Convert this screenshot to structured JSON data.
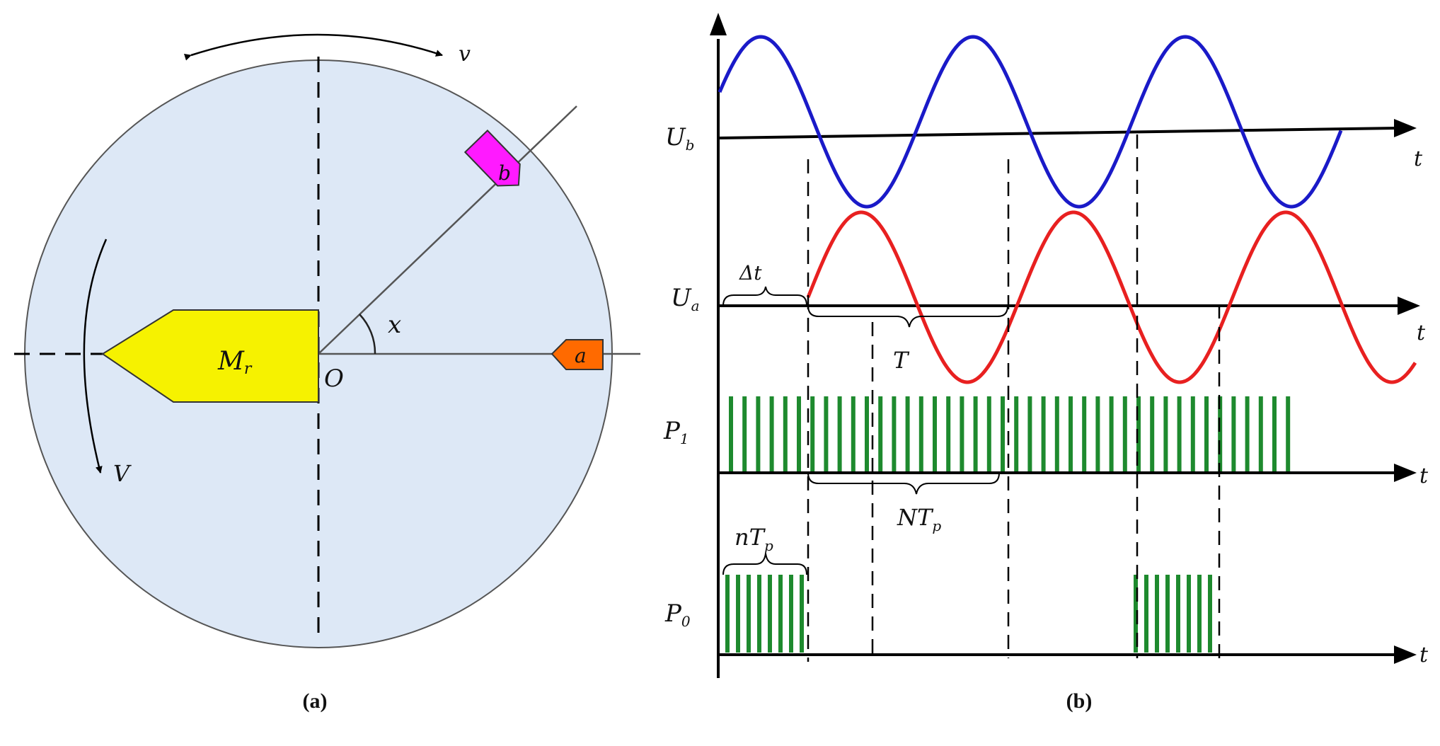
{
  "panel_a": {
    "caption": "(a)",
    "motion_top": "v",
    "motion_left": "V",
    "center": "O",
    "angle": "x",
    "sensor_a": "a",
    "sensor_b": "b",
    "mover": {
      "main": "M",
      "sub": "r"
    },
    "colors": {
      "disk": "#dde8f6",
      "mover": "#f6f200",
      "sensor_a": "#ff6a00",
      "sensor_b": "#ff1aff"
    }
  },
  "panel_b": {
    "caption": "(b)",
    "signal_ub": {
      "main": "U",
      "sub": "b"
    },
    "signal_ua": {
      "main": "U",
      "sub": "a"
    },
    "signal_p1": {
      "main": "P",
      "sub": "1"
    },
    "signal_p0": {
      "main": "P",
      "sub": "0"
    },
    "axis_label": "t",
    "delta_label": "Δt",
    "period_label": "T",
    "count_label": {
      "main": "NT",
      "sub": "p"
    },
    "small_count_label": {
      "main": "nT",
      "sub": "p"
    },
    "colors": {
      "ub": "#1a1ac8",
      "ua": "#e82020",
      "pulses": "#1e8a2e"
    }
  }
}
